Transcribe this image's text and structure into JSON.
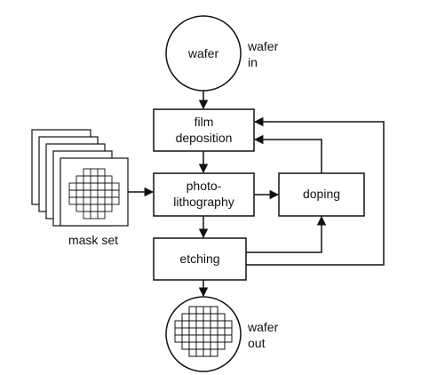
{
  "nodes": {
    "wafer_in": {
      "label": "wafer",
      "side_line1": "wafer",
      "side_line2": "in"
    },
    "film_deposition": {
      "line1": "film",
      "line2": "deposition"
    },
    "photolithography": {
      "line1": "photo-",
      "line2": "lithography"
    },
    "doping": {
      "label": "doping"
    },
    "etching": {
      "label": "etching"
    },
    "wafer_out": {
      "side_line1": "wafer",
      "side_line2": "out"
    },
    "mask_set": {
      "label": "mask set"
    }
  }
}
